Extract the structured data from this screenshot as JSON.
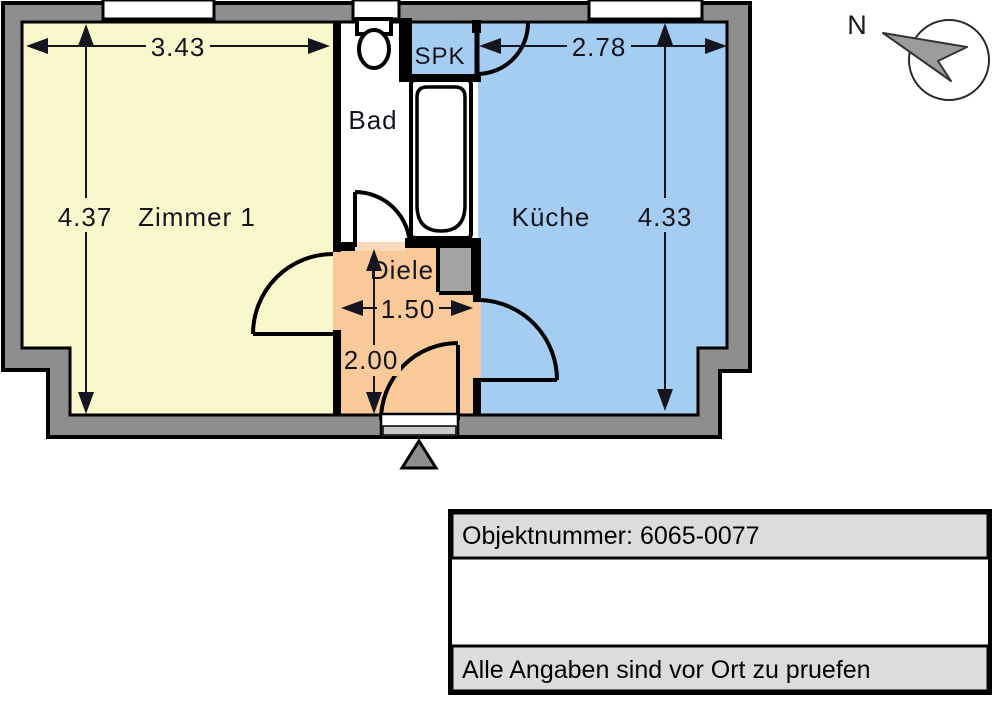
{
  "plan": {
    "rooms": [
      {
        "id": "zimmer1",
        "label": "Zimmer 1"
      },
      {
        "id": "bad",
        "label": "Bad"
      },
      {
        "id": "spk",
        "label": "SPK"
      },
      {
        "id": "kueche",
        "label": "Küche"
      },
      {
        "id": "diele",
        "label": "Diele"
      }
    ],
    "dims": {
      "zimmer1_width": "3.43",
      "zimmer1_height": "4.37",
      "kueche_width": "2.78",
      "kueche_height": "4.33",
      "diele_width": "1.50",
      "diele_height": "2.00"
    },
    "compass": {
      "label": "N"
    },
    "colors": {
      "wall_gray": "#8e8e8e",
      "room_yellow": "#f8f8cc",
      "room_blue": "#a5cdf2",
      "room_orange": "#f9c99a",
      "shaft_gray": "#a3a3a3",
      "threshold_gray": "#c9c9c9",
      "bad_threshold": "#f8d9ba",
      "compass_arrow_gray": "#9c9c9c",
      "infobox_row_gray": "#dcdcdc",
      "line_dark": "#15151f"
    }
  },
  "info_box": {
    "object_number_label": "Objektnummer:",
    "object_number_value": "6065-0077",
    "disclaimer": "Alle Angaben sind vor Ort zu pruefen"
  }
}
